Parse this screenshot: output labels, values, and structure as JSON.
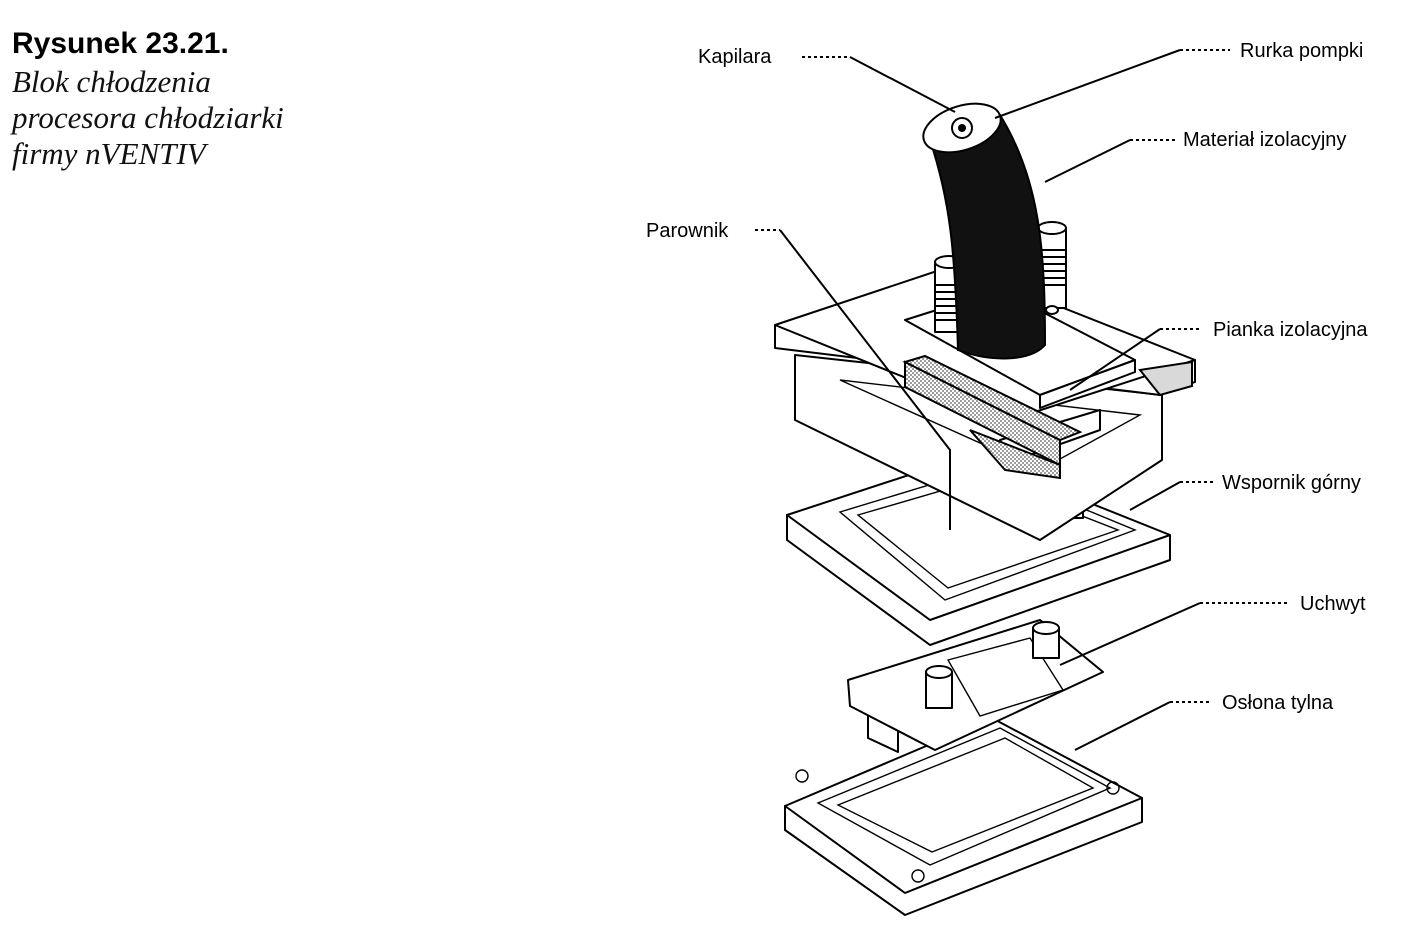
{
  "figure": {
    "label": "Rysunek 23.21.",
    "caption_lines": [
      "Blok chłodzenia",
      "procesora chłodziarki",
      "firmy nVENTIV"
    ]
  },
  "callouts": {
    "kapilara": "Kapilara",
    "rurka_pompki": "Rurka pompki",
    "material_izolacyjny": "Materiał izolacyjny",
    "parownik": "Parownik",
    "pianka_izolacyjna": "Pianka izolacyjna",
    "wspornik_gorny": "Wspornik górny",
    "uchwyt": "Uchwyt",
    "oslona_tylna": "Osłona tylna"
  }
}
